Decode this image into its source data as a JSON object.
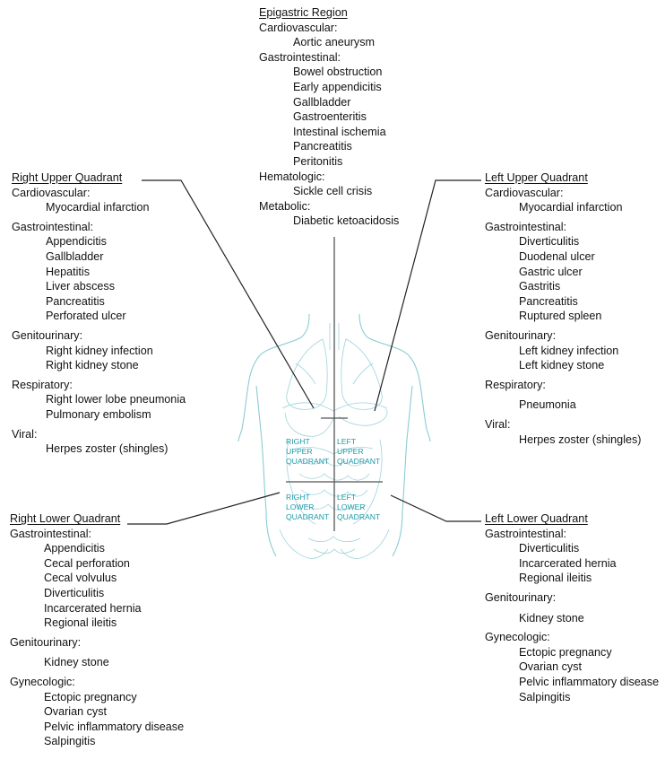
{
  "regions": {
    "epigastric": {
      "title": "Epigastric Region",
      "systems": [
        {
          "name": "Cardiovascular:",
          "conditions": [
            "Aortic aneurysm"
          ]
        },
        {
          "name": "Gastrointestinal:",
          "conditions": [
            "Bowel obstruction",
            "Early appendicitis",
            "Gallbladder",
            "Gastroenteritis",
            "Intestinal ischemia",
            "Pancreatitis",
            "Peritonitis"
          ]
        },
        {
          "name": "Hematologic:",
          "conditions": [
            "Sickle cell crisis"
          ]
        },
        {
          "name": "Metabolic:",
          "conditions": [
            "Diabetic ketoacidosis"
          ]
        }
      ]
    },
    "ruq": {
      "title": "Right Upper Quadrant",
      "systems": [
        {
          "name": "Cardiovascular:",
          "conditions": [
            "Myocardial infarction"
          ]
        },
        {
          "name": "Gastrointestinal:",
          "conditions": [
            "Appendicitis",
            "Gallbladder",
            "Hepatitis",
            "Liver abscess",
            "Pancreatitis",
            "Perforated ulcer"
          ]
        },
        {
          "name": "Genitourinary:",
          "conditions": [
            "Right kidney infection",
            "Right kidney stone"
          ]
        },
        {
          "name": "Respiratory:",
          "conditions": [
            "Right lower lobe pneumonia",
            "Pulmonary embolism"
          ]
        },
        {
          "name": "Viral:",
          "conditions": [
            "Herpes zoster (shingles)"
          ]
        }
      ]
    },
    "luq": {
      "title": "Left Upper Quadrant",
      "systems": [
        {
          "name": "Cardiovascular:",
          "conditions": [
            "Myocardial infarction"
          ]
        },
        {
          "name": "Gastrointestinal:",
          "conditions": [
            "Diverticulitis",
            "Duodenal ulcer",
            "Gastric ulcer",
            "Gastritis",
            "Pancreatitis",
            "Ruptured spleen"
          ]
        },
        {
          "name": "Genitourinary:",
          "conditions": [
            "Left kidney infection",
            "Left kidney stone"
          ]
        },
        {
          "name": "Respiratory:",
          "conditions": [
            "Pneumonia"
          ]
        },
        {
          "name": "Viral:",
          "conditions": [
            "Herpes zoster (shingles)"
          ]
        }
      ]
    },
    "rlq": {
      "title": "Right Lower Quadrant",
      "systems": [
        {
          "name": "Gastrointestinal:",
          "conditions": [
            "Appendicitis",
            "Cecal perforation",
            "Cecal volvulus",
            "Diverticulitis",
            "Incarcerated hernia",
            "Regional ileitis"
          ]
        },
        {
          "name": "Genitourinary:",
          "conditions": [
            "Kidney stone"
          ]
        },
        {
          "name": "Gynecologic:",
          "conditions": [
            "Ectopic pregnancy",
            "Ovarian cyst",
            "Pelvic inflammatory disease",
            "Salpingitis"
          ]
        }
      ]
    },
    "llq": {
      "title": "Left Lower Quadrant",
      "systems": [
        {
          "name": "Gastrointestinal:",
          "conditions": [
            "Diverticulitis",
            "Incarcerated hernia",
            "Regional ileitis"
          ]
        },
        {
          "name": "Genitourinary:",
          "conditions": [
            "Kidney stone"
          ]
        },
        {
          "name": "Gynecologic:",
          "conditions": [
            "Ectopic pregnancy",
            "Ovarian cyst",
            "Pelvic inflammatory disease",
            "Salpingitis"
          ]
        }
      ]
    }
  },
  "figure": {
    "quadrant_labels": {
      "ruq": [
        "RIGHT",
        "UPPER",
        "QUADRANT"
      ],
      "luq": [
        "LEFT",
        "UPPER",
        "QUADRANT"
      ],
      "rlq": [
        "RIGHT",
        "LOWER",
        "QUADRANT"
      ],
      "llq": [
        "LEFT",
        "LOWER",
        "QUADRANT"
      ]
    },
    "colors": {
      "outline": "#8ccbd6",
      "label": "#1a9aa8",
      "divider": "#555555",
      "leader": "#222222"
    }
  }
}
